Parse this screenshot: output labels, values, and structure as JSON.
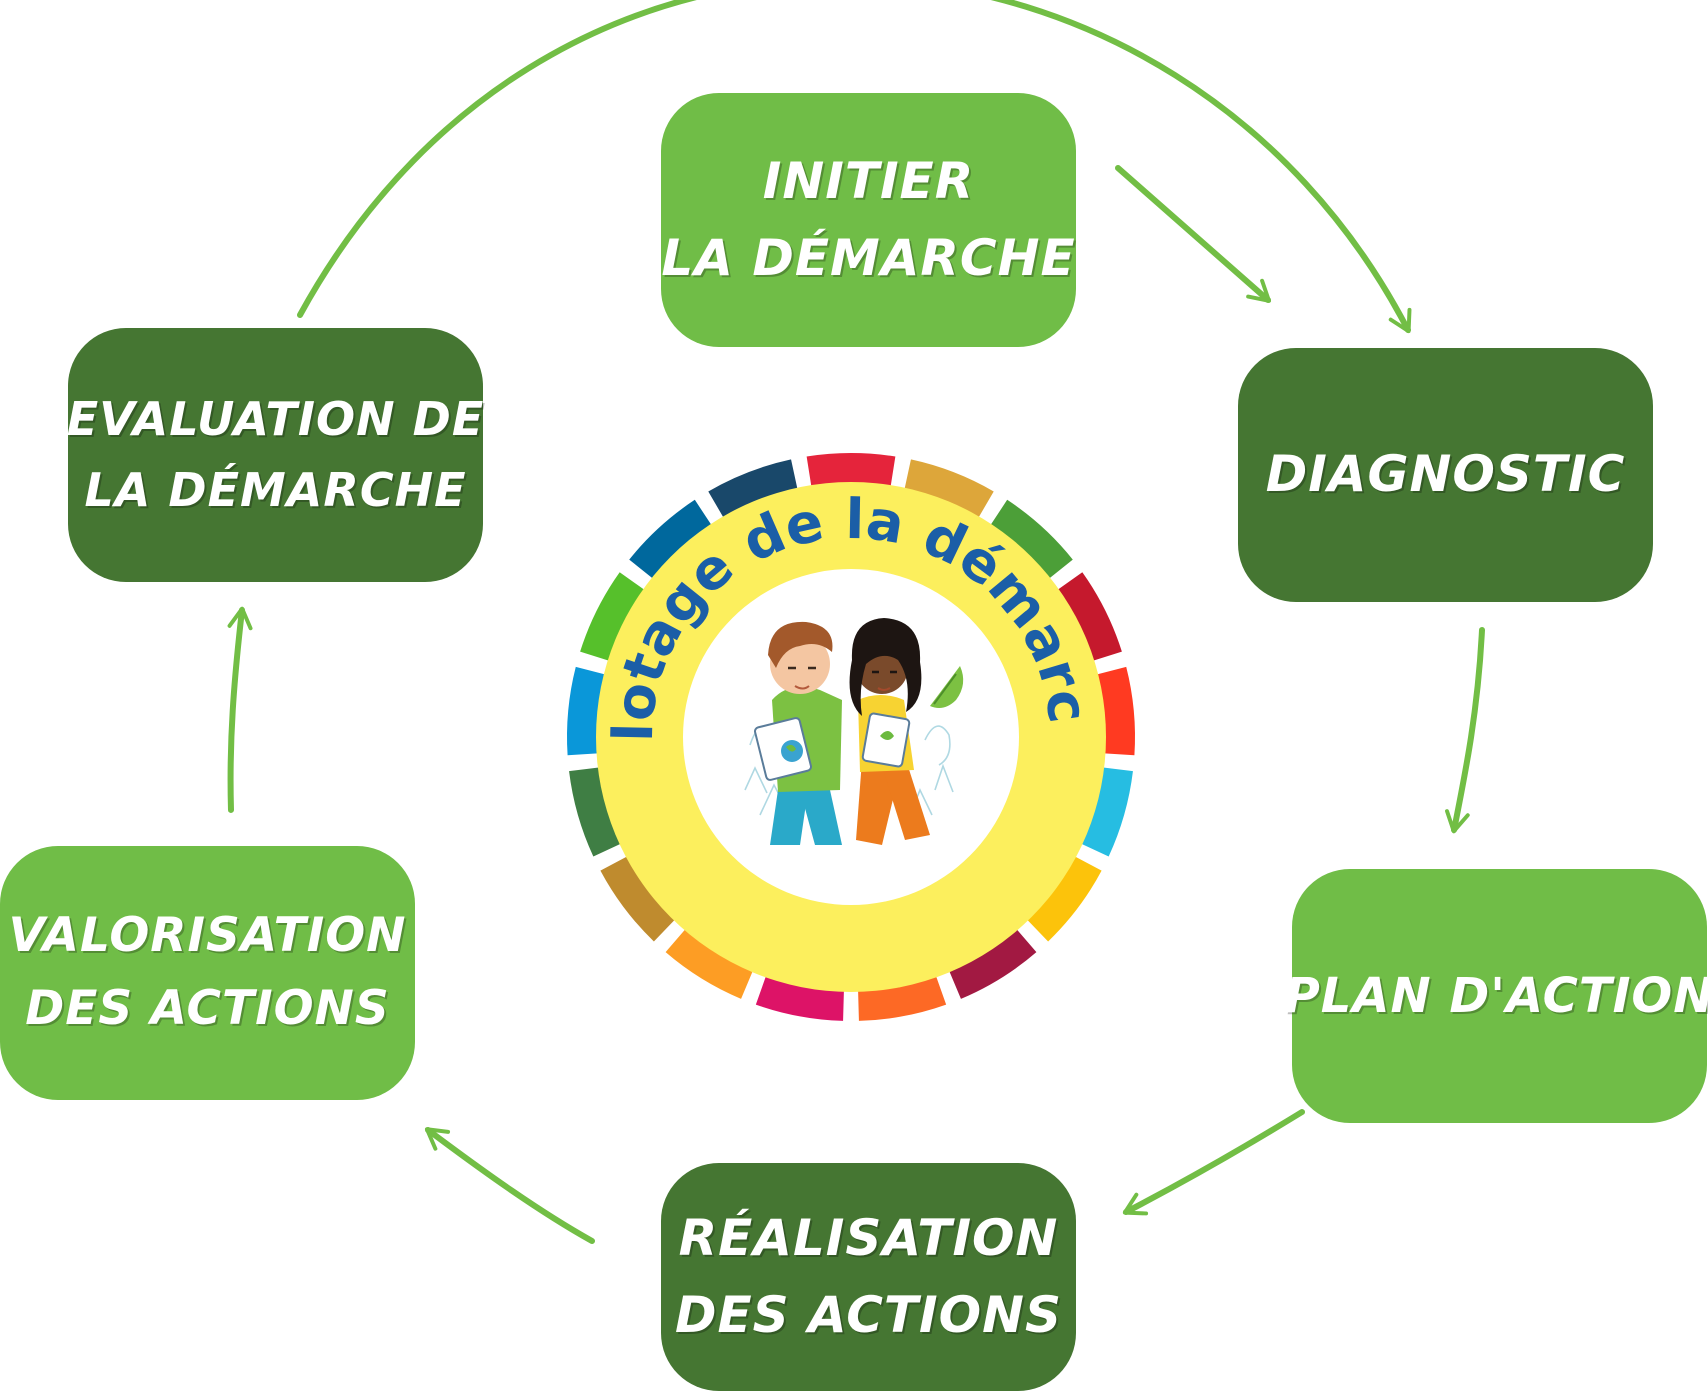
{
  "center": {
    "title": "Pilotage de la démarche",
    "colors": {
      "title": "#1b5ea7",
      "ring": "#fcef5d",
      "inner": "#ffffff"
    },
    "sdg_colors": [
      "#e5243b",
      "#dda63a",
      "#4c9f38",
      "#c5192d",
      "#ff3a21",
      "#26bde2",
      "#fcc30b",
      "#a21942",
      "#fd6925",
      "#dd1367",
      "#fd9d24",
      "#bf8b2e",
      "#3f7e44",
      "#0a97d9",
      "#56c02b",
      "#00689d",
      "#19486a"
    ],
    "illustration": "two-students-illustration"
  },
  "steps": [
    {
      "id": "initier",
      "lines": [
        "INITIER",
        "LA DÉMARCHE"
      ],
      "style": "light"
    },
    {
      "id": "diagnostic",
      "lines": [
        "DIAGNOSTIC"
      ],
      "style": "dark"
    },
    {
      "id": "plan",
      "lines": [
        "PLAN D'ACTION"
      ],
      "style": "light"
    },
    {
      "id": "realisation",
      "lines": [
        "RÉALISATION",
        "DES ACTIONS"
      ],
      "style": "dark"
    },
    {
      "id": "valorisation",
      "lines": [
        "VALORISATION",
        "DES ACTIONS"
      ],
      "style": "light"
    },
    {
      "id": "evaluation",
      "lines": [
        "EVALUATION DE",
        "LA DÉMARCHE"
      ],
      "style": "dark"
    }
  ],
  "colors": {
    "light_green": "#70bd47",
    "dark_green": "#457632",
    "arrow": "#72be45"
  }
}
